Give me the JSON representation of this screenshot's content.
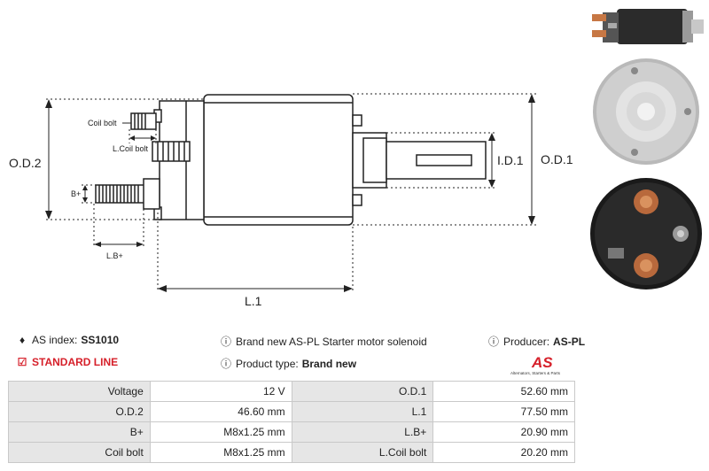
{
  "drawing": {
    "labels": {
      "od2": "O.D.2",
      "od1": "O.D.1",
      "id1": "I.D.1",
      "l1": "L.1",
      "coil_bolt": "Coil bolt",
      "l_coil_bolt": "L.Coil bolt",
      "b_plus": "B+",
      "lb_plus": "L.B+"
    }
  },
  "info": {
    "as_index_label": "AS index:",
    "as_index_value": "SS1010",
    "description": "Brand new AS-PL Starter motor solenoid",
    "producer_label": "Producer:",
    "producer_value": "AS-PL",
    "standard_line": "STANDARD LINE",
    "product_type_label": "Product type:",
    "product_type_value": "Brand new"
  },
  "logo": {
    "mark": "AS",
    "tagline": "Alternators, Starters & Parts",
    "color": "#d6202a"
  },
  "spec_rows": [
    {
      "l1": "Voltage",
      "v1": "12 V",
      "l2": "O.D.1",
      "v2": "52.60 mm"
    },
    {
      "l1": "O.D.2",
      "v1": "46.60 mm",
      "l2": "L.1",
      "v2": "77.50 mm"
    },
    {
      "l1": "B+",
      "v1": "M8x1.25 mm",
      "l2": "L.B+",
      "v2": "20.90 mm"
    },
    {
      "l1": "Coil bolt",
      "v1": "M8x1.25 mm",
      "l2": "L.Coil bolt",
      "v2": "20.20 mm"
    }
  ]
}
